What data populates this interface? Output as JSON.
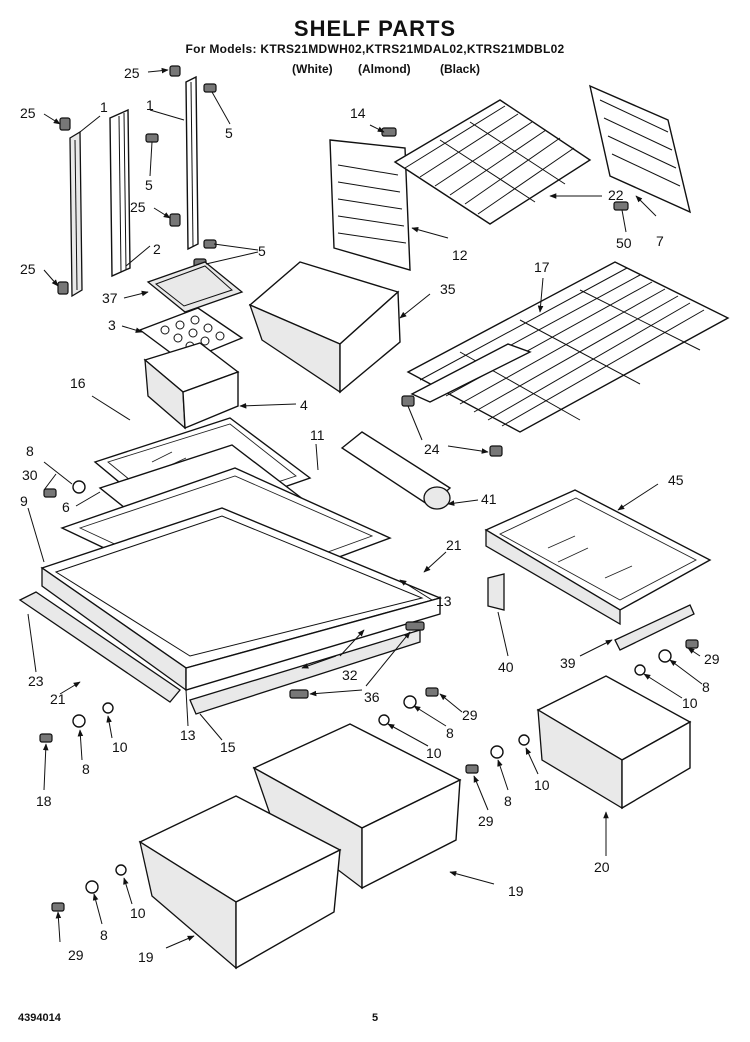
{
  "header": {
    "title": "SHELF PARTS",
    "models": "For Models: KTRS21MDWH02,KTRS21MDAL02,KTRS21MDBL02",
    "color_white": "(White)",
    "color_almond": "(Almond)",
    "color_black": "(Black)"
  },
  "footer": {
    "doc_number": "4394014",
    "page_number": "5"
  },
  "callouts": {
    "c25a": "25",
    "c25b": "25",
    "c25c": "25",
    "c25d": "25",
    "c1a": "1",
    "c1b": "1",
    "c5a": "5",
    "c5b": "5",
    "c5c": "5",
    "c2": "2",
    "c37": "37",
    "c3": "3",
    "c4": "4",
    "c16": "16",
    "c14": "14",
    "c12": "12",
    "c35": "35",
    "c22": "22",
    "c50": "50",
    "c7": "7",
    "c17": "17",
    "c24": "24",
    "c11": "11",
    "c41": "41",
    "c8a": "8",
    "c30": "30",
    "c6": "6",
    "c9": "9",
    "c21a": "21",
    "c21b": "21",
    "c13a": "13",
    "c13b": "13",
    "c23": "23",
    "c32": "32",
    "c36": "36",
    "c15": "15",
    "c45": "45",
    "c40": "40",
    "c39": "39",
    "c29a": "29",
    "c8b": "8",
    "c10a": "10",
    "c29b": "29",
    "c8c": "8",
    "c10b": "10",
    "c18": "18",
    "c8d": "8",
    "c10c": "10",
    "c29c": "29",
    "c8e": "8",
    "c10d": "10",
    "c20": "20",
    "c19a": "19",
    "c19b": "19",
    "c29d": "29",
    "c8f": "8",
    "c10e": "10"
  }
}
